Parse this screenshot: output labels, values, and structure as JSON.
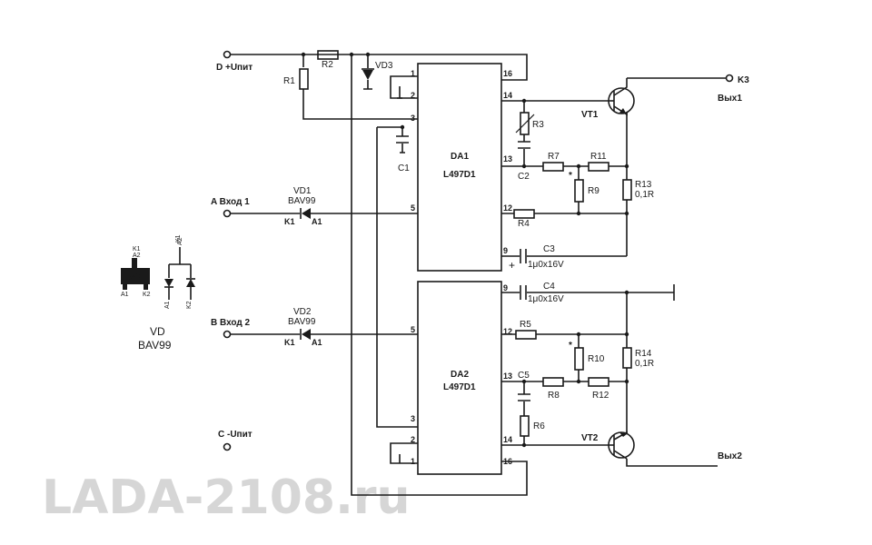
{
  "terminals": {
    "d": "D +Uпит",
    "a": "A Вход 1",
    "b": "B Вход 2",
    "c": "C -Uпит",
    "k3": "K3",
    "out1": "Вых1",
    "out2": "Вых2"
  },
  "chips": {
    "da1": {
      "name": "DA1",
      "part": "L497D1"
    },
    "da2": {
      "name": "DA2",
      "part": "L497D1"
    }
  },
  "pins": {
    "da1": {
      "p1": "1",
      "p2": "2",
      "p3": "3",
      "p5": "5",
      "p16": "16",
      "p14": "14",
      "p13": "13",
      "p12": "12",
      "p9": "9"
    },
    "da2": {
      "p9": "9",
      "p12": "12",
      "p13": "13",
      "p14": "14",
      "p16": "16",
      "p5": "5",
      "p3": "3",
      "p2": "2",
      "p1": "1"
    }
  },
  "components": {
    "r1": "R1",
    "r2": "R2",
    "vd3": "VD3",
    "c1": "C1",
    "vd1": "VD1",
    "vd1_type": "BAV99",
    "vd1_k": "K1",
    "vd1_a": "A1",
    "vd2": "VD2",
    "vd2_type": "BAV99",
    "vd2_k": "K1",
    "vd2_a": "A1",
    "r3": "R3",
    "c2": "C2",
    "r7": "R7",
    "r11": "R11",
    "r9": "R9",
    "r9_star": "*",
    "r13": "R13",
    "r13_val": "0,1R",
    "r4": "R4",
    "c3": "C3",
    "c3_val": "1μ0x16V",
    "c3_plus": "+",
    "c4": "C4",
    "c4_val": "1μ0x16V",
    "r5": "R5",
    "r10": "R10",
    "r10_star": "*",
    "r14": "R14",
    "r14_val": "0,1R",
    "c5": "C5",
    "r8": "R8",
    "r12": "R12",
    "r6": "R6",
    "vt1": "VT1",
    "vt2": "VT2"
  },
  "package": {
    "marking": "A7",
    "pin_k1": "K1",
    "pin_a2": "A2",
    "pin_a1": "A1",
    "pin_k2": "K2",
    "sch_k1": "K1",
    "sch_a2": "A2",
    "sch_a1": "A1",
    "sch_k2": "K2",
    "caption_vd": "VD",
    "caption_type": "BAV99"
  },
  "watermark": "LADA-2108.ru"
}
